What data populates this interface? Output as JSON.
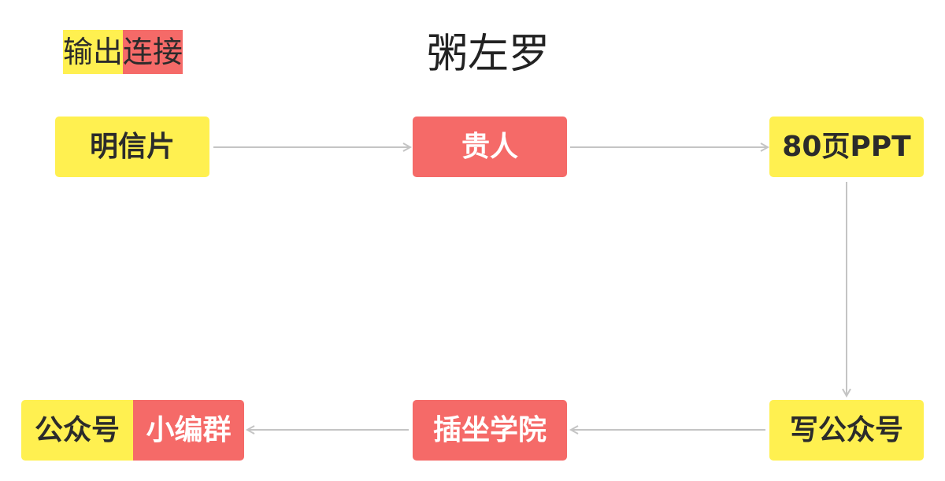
{
  "legend": {
    "output": "输出",
    "connect": "连接"
  },
  "title": "粥左罗",
  "colors": {
    "yellow": "#fff050",
    "red": "#f56a68",
    "edge": "#c4c4c4",
    "text": "#2b2b2b"
  },
  "nodes": {
    "postcard": "明信片",
    "guiren": "贵人",
    "ppt80": "80页PPT",
    "write_gzh": "写公众号",
    "chazuo": "插坐学院",
    "gongzhonghao": "公众号",
    "xiaobianqun": "小编群"
  }
}
